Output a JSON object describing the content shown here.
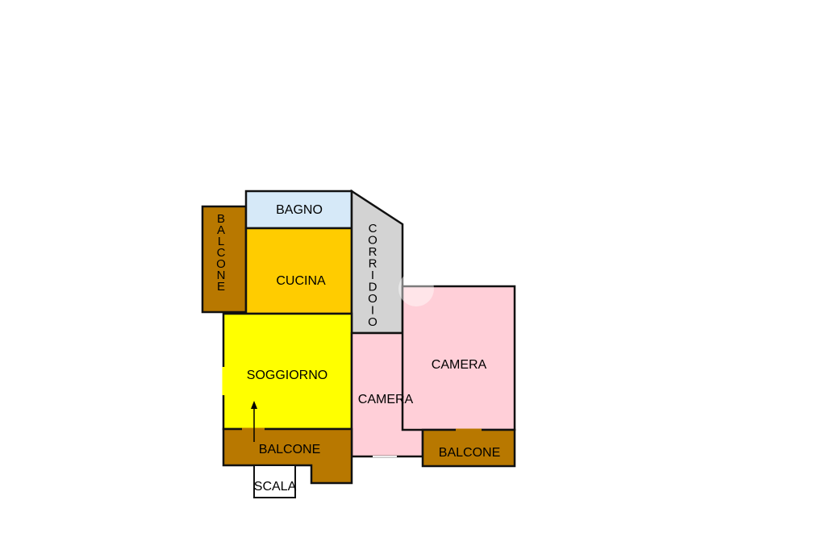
{
  "floor_plan": {
    "rooms": [
      {
        "id": "bagno",
        "label": "BAGNO",
        "fill": "#d6e9f8"
      },
      {
        "id": "cucina",
        "label": "CUCINA",
        "fill": "#ffcc00"
      },
      {
        "id": "soggiorno",
        "label": "SOGGIORNO",
        "fill": "#ffff00"
      },
      {
        "id": "corridoio",
        "label": "CORRIDOIO",
        "fill": "#d3d3d3"
      },
      {
        "id": "camera-small",
        "label": "CAMERA",
        "fill": "#ffcfd8"
      },
      {
        "id": "camera-large",
        "label": "CAMERA",
        "fill": "#ffcfd8"
      },
      {
        "id": "balcone-left",
        "label": "BALCONE",
        "fill": "#b87800"
      },
      {
        "id": "balcone-bottom",
        "label": "BALCONE",
        "fill": "#b87800"
      },
      {
        "id": "balcone-right",
        "label": "BALCONE",
        "fill": "#b87800"
      },
      {
        "id": "scala",
        "label": "SCALA",
        "fill": "#ffffff"
      }
    ],
    "wall_color": "#111111"
  }
}
